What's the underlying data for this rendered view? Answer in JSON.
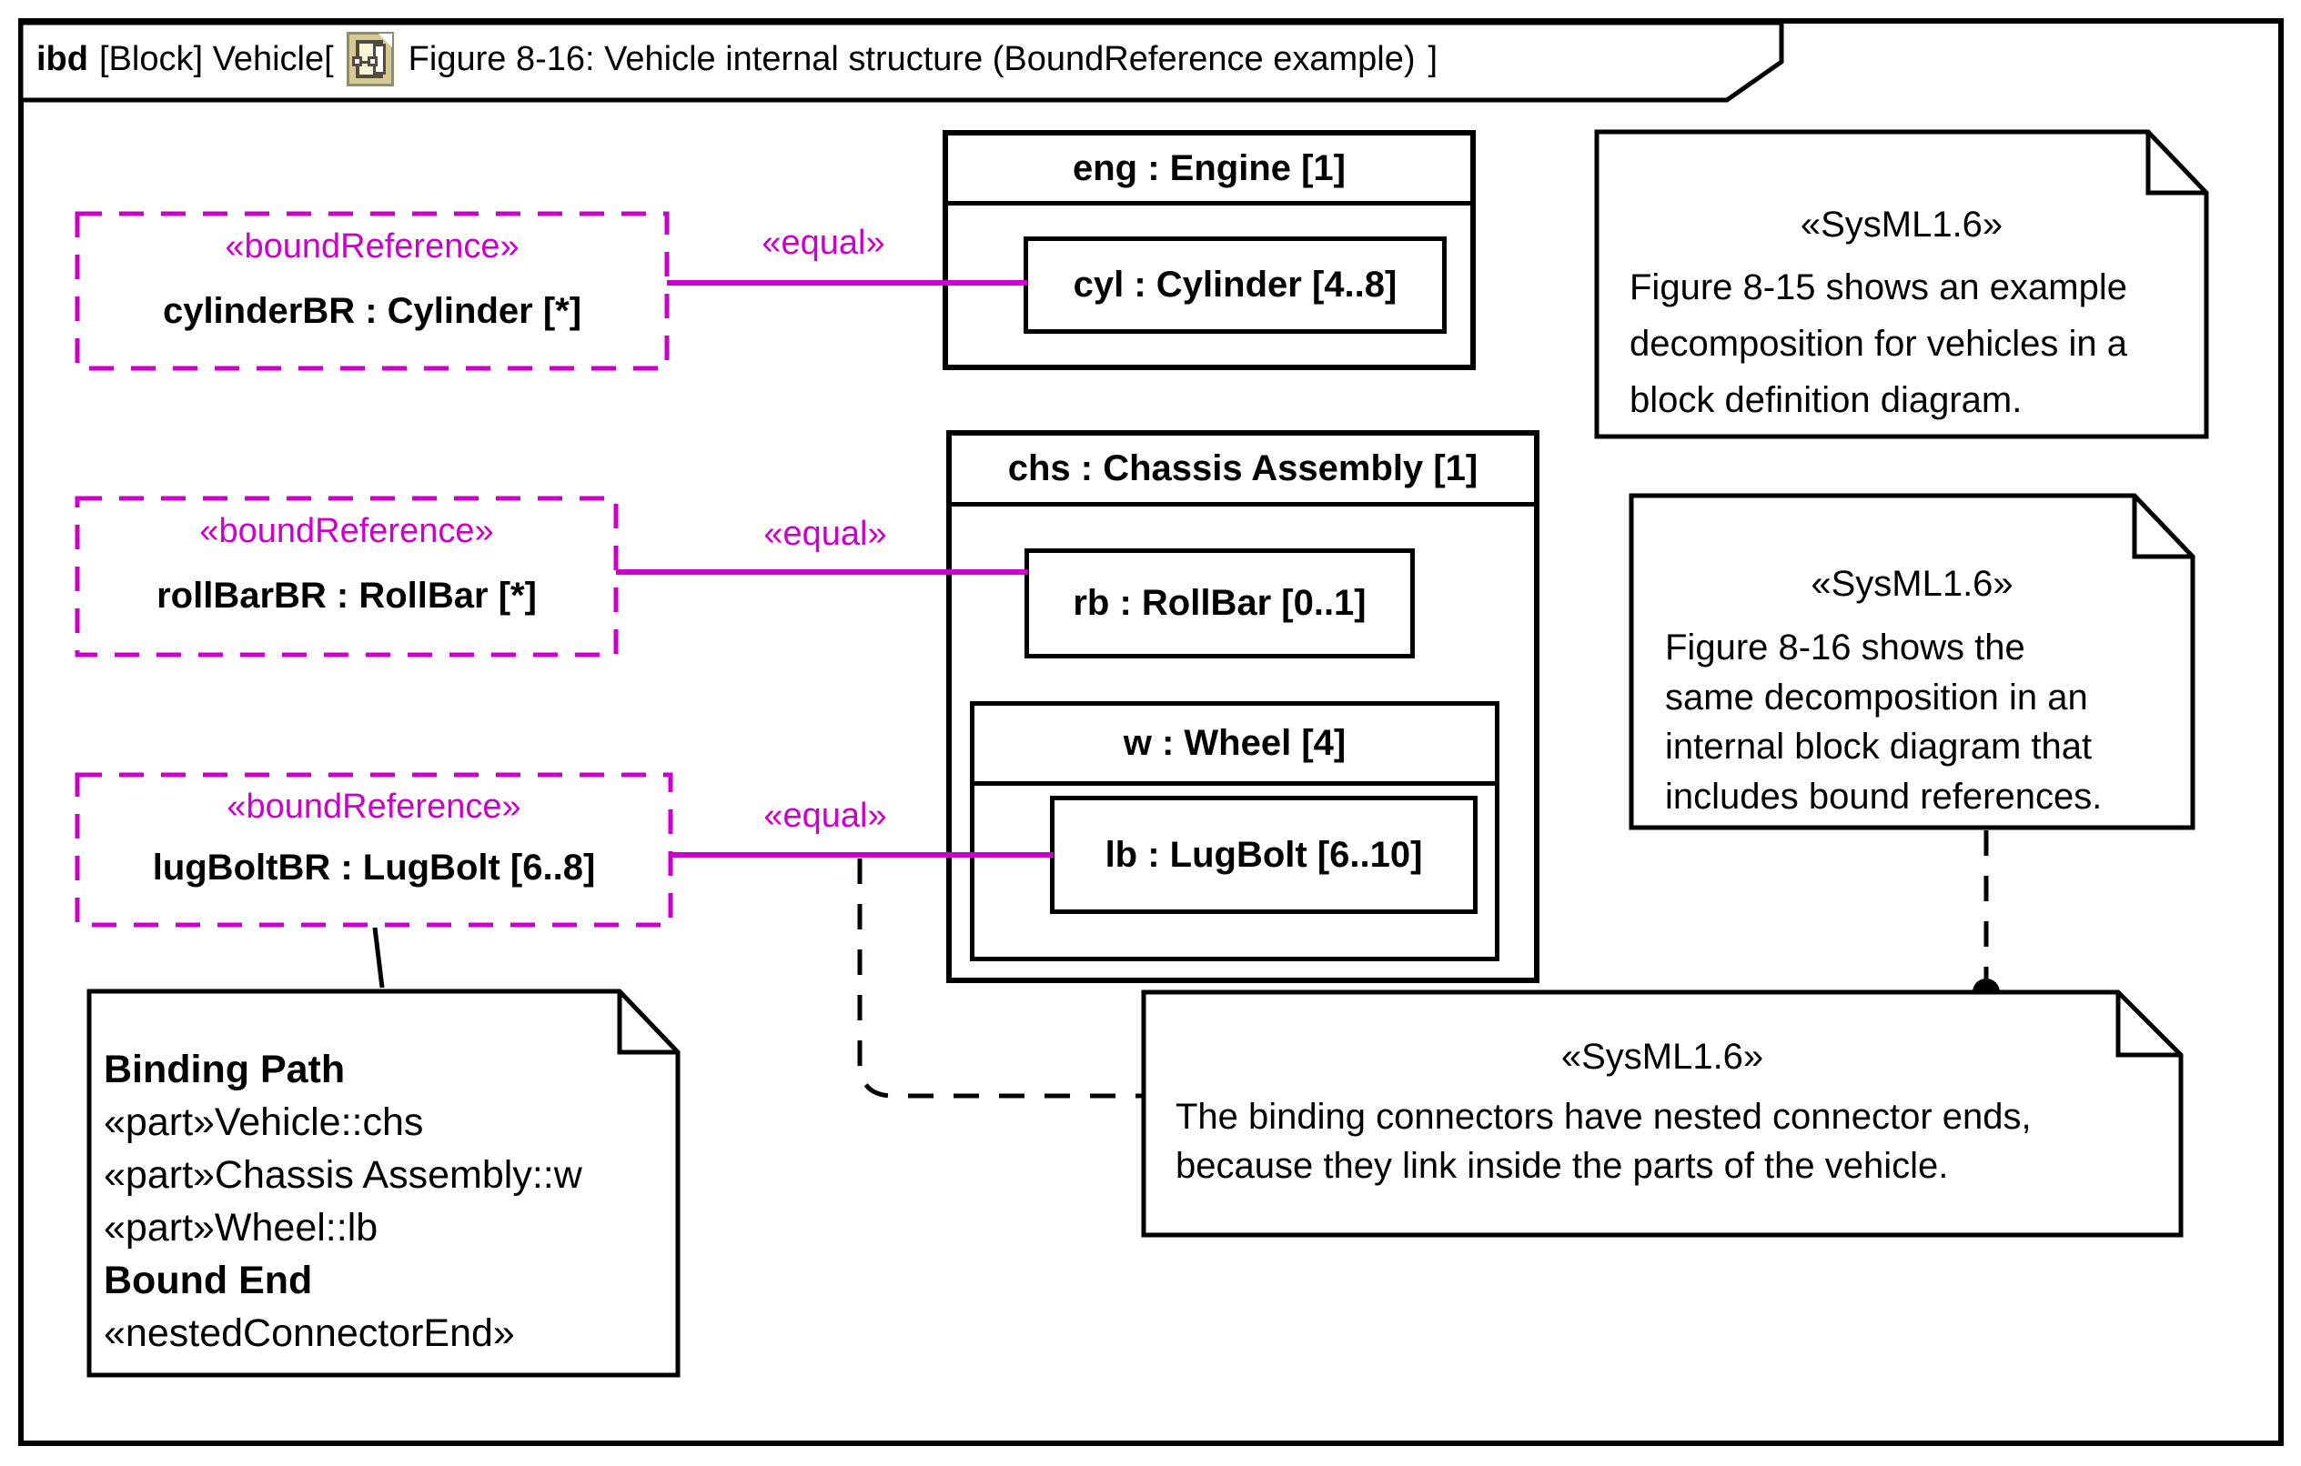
{
  "frame": {
    "keyword": "ibd",
    "context": "[Block] Vehicle[",
    "diagram_name": "Figure 8-16: Vehicle internal structure (BoundReference example)",
    "close_bracket": "]"
  },
  "colors": {
    "accent_magenta": "#CC00CC",
    "stroke": "#000000",
    "background": "#FFFFFF",
    "icon_fill": "#D8C894"
  },
  "bound_references": [
    {
      "stereotype": "«boundReference»",
      "name": "cylinderBR : Cylinder [*]"
    },
    {
      "stereotype": "«boundReference»",
      "name": "rollBarBR : RollBar [*]"
    },
    {
      "stereotype": "«boundReference»",
      "name": "lugBoltBR : LugBolt [6..8]"
    }
  ],
  "connectors": [
    {
      "stereotype": "«equal»"
    },
    {
      "stereotype": "«equal»"
    },
    {
      "stereotype": "«equal»"
    }
  ],
  "blocks": {
    "engine": {
      "title": "eng : Engine [1]",
      "cyl": "cyl : Cylinder [4..8]"
    },
    "chassis": {
      "title": "chs : Chassis Assembly [1]",
      "rb": "rb : RollBar [0..1]",
      "wheel": {
        "title": "w : Wheel [4]",
        "lb": "lb : LugBolt [6..10]"
      }
    }
  },
  "notes": {
    "bdd": {
      "stereotype": "«SysML1.6»",
      "lines": [
        "Figure 8-15 shows an example",
        "decomposition for vehicles in a",
        "block definition diagram."
      ]
    },
    "ibd": {
      "stereotype": "«SysML1.6»",
      "lines": [
        "Figure 8-16 shows the",
        "same decomposition in an",
        "internal block diagram that",
        "includes bound references."
      ]
    },
    "binding_connectors": {
      "stereotype": "«SysML1.6»",
      "lines": [
        "The binding connectors have nested connector ends,",
        "because they link inside the parts of the vehicle."
      ]
    },
    "binding_path": {
      "lines": [
        {
          "text": "Binding Path",
          "bold": true
        },
        {
          "text": "«part»Vehicle::chs",
          "bold": false
        },
        {
          "text": "«part»Chassis Assembly::w",
          "bold": false
        },
        {
          "text": "«part»Wheel::lb",
          "bold": false
        },
        {
          "text": "Bound End",
          "bold": true
        },
        {
          "text": "«nestedConnectorEnd»",
          "bold": false
        }
      ]
    }
  }
}
